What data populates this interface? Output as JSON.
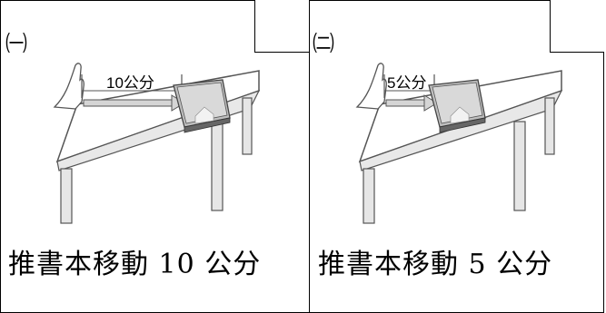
{
  "panels": [
    {
      "option_mark": "㈠",
      "distance_label": "10公分",
      "caption": "推書本移動 10 公分"
    },
    {
      "option_mark": "㈡",
      "distance_label": "5公分",
      "caption": "推書本移動 5 公分"
    }
  ]
}
